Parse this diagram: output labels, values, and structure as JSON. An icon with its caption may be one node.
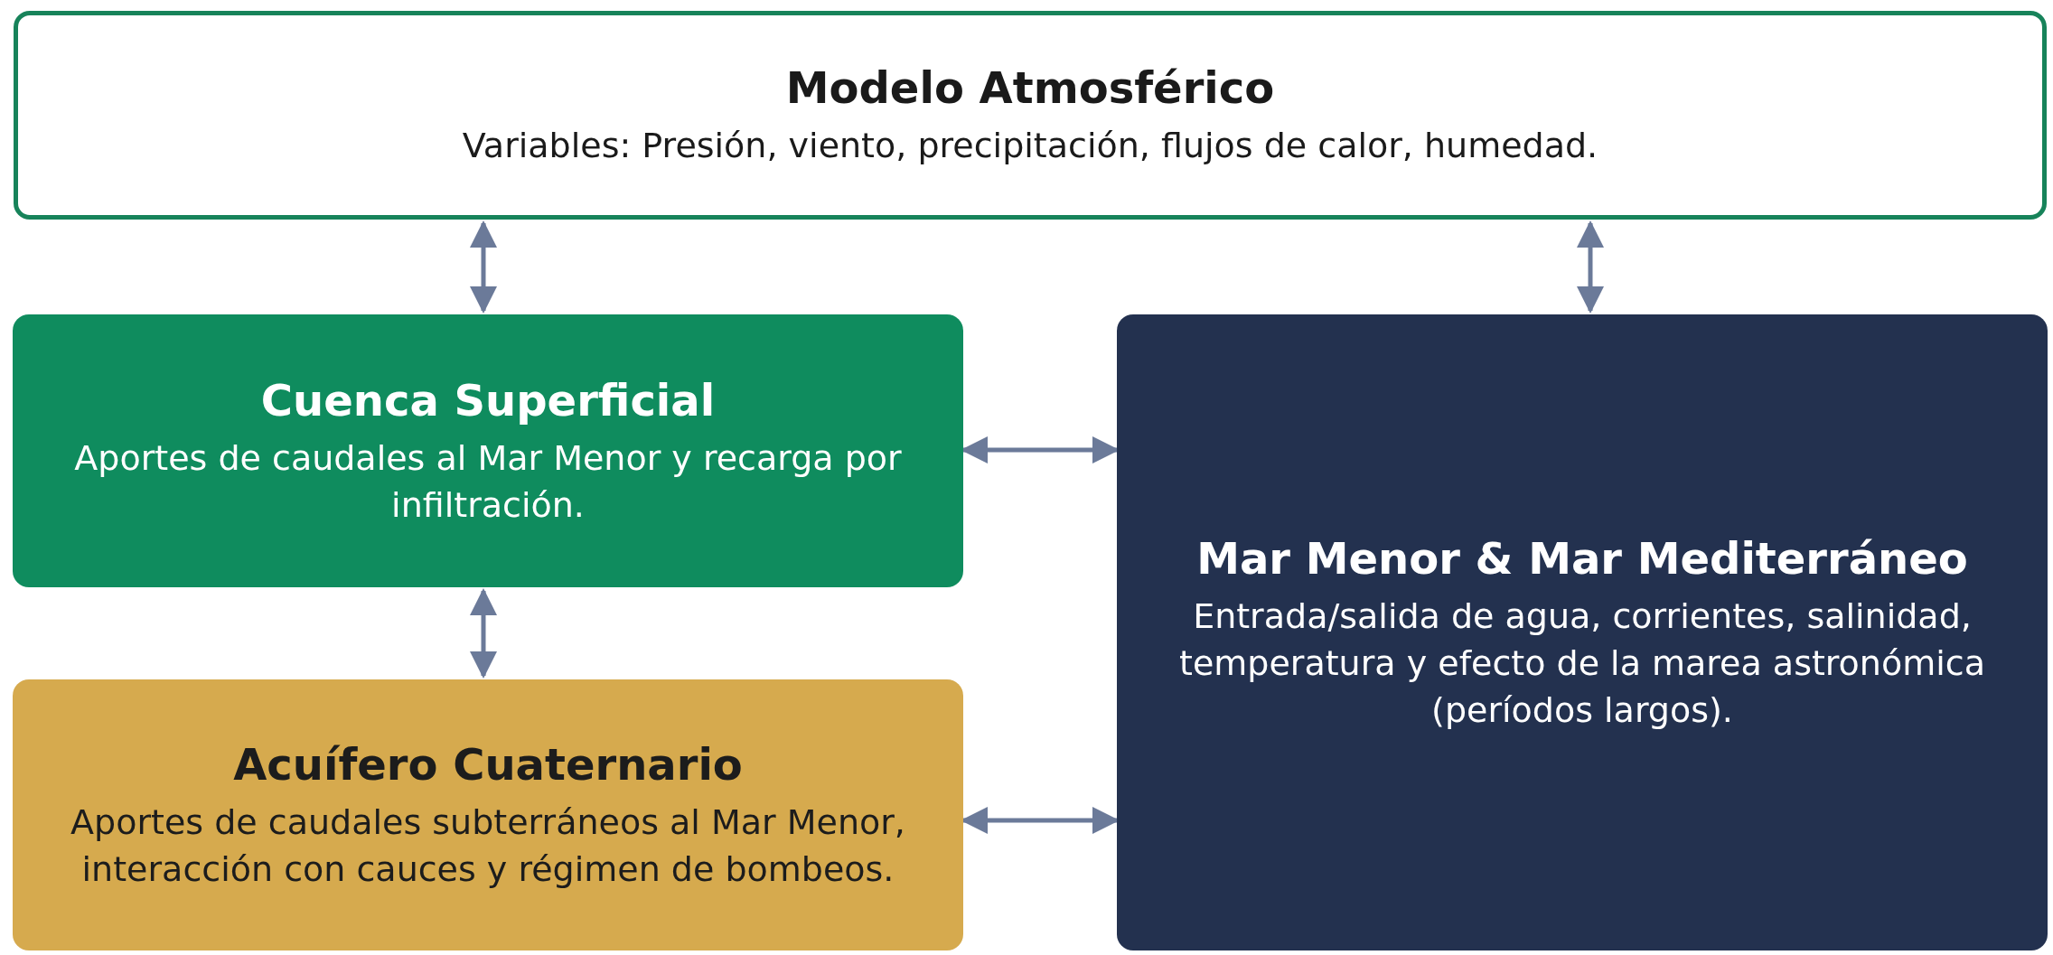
{
  "diagram": {
    "nodes": [
      {
        "text": [
          "Modelo Atmosférico",
          "Variables: Presión, viento, precipitación, flujos de calor, humedad."
        ]
      },
      {
        "text": [
          "Cuenca Superficial",
          "Aportes de caudales al Mar Menor y recarga por infiltración."
        ]
      },
      {
        "text": [
          "Acuífero Cuaternario",
          "Aportes de caudales subterráneos al Mar Menor, interacción con cauces y régimen de bombeos."
        ]
      },
      {
        "text": [
          "Mar Menor & Mar Mediterráneo",
          "Entrada/salida de agua, corrientes, salinidad, temperatura y efecto de la marea astronómica (períodos largos)."
        ]
      }
    ],
    "edges": [
      {
        "from": 0,
        "to": 1,
        "arrow": "both"
      },
      {
        "from": 0,
        "to": 3,
        "arrow": "both"
      },
      {
        "from": 1,
        "to": 3,
        "arrow": "both"
      },
      {
        "from": 1,
        "to": 2,
        "arrow": "both"
      },
      {
        "from": 2,
        "to": 3,
        "arrow": "both"
      }
    ]
  }
}
